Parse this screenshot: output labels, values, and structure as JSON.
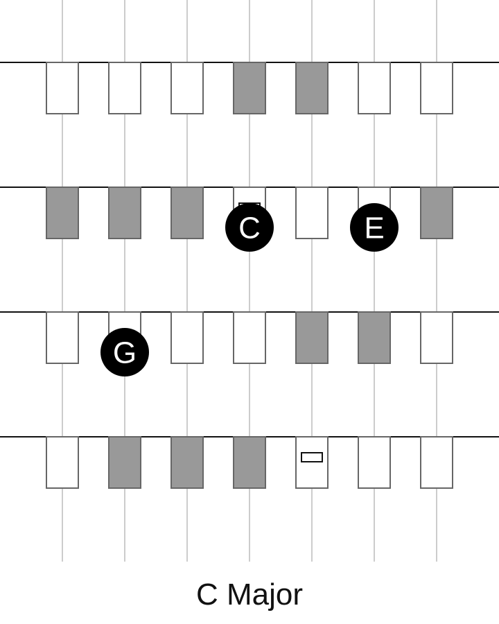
{
  "title": "C Major",
  "colors": {
    "shaded_tile": "#999999",
    "open_tile": "#ffffff",
    "tile_border": "#666666",
    "vertical_line": "#cccccc",
    "horizontal_line": "#111111",
    "note_fill": "#000000",
    "note_text": "#ffffff"
  },
  "grid": {
    "columns": 7,
    "rows": 4,
    "cells": [
      [
        "open",
        "open",
        "open",
        "shaded",
        "shaded",
        "open",
        "open"
      ],
      [
        "shaded",
        "shaded",
        "shaded",
        "open",
        "open",
        "open",
        "shaded"
      ],
      [
        "open",
        "open",
        "open",
        "open",
        "shaded",
        "shaded",
        "open"
      ],
      [
        "open",
        "shaded",
        "shaded",
        "shaded",
        "open",
        "open",
        "open"
      ]
    ],
    "markers": [
      {
        "row": 1,
        "col": 3
      },
      {
        "row": 3,
        "col": 4
      }
    ]
  },
  "notes": [
    {
      "label": "C",
      "row": 1,
      "col": 3.0
    },
    {
      "label": "E",
      "row": 1,
      "col": 5.0
    },
    {
      "label": "G",
      "row": 2,
      "col": 1.0
    }
  ]
}
